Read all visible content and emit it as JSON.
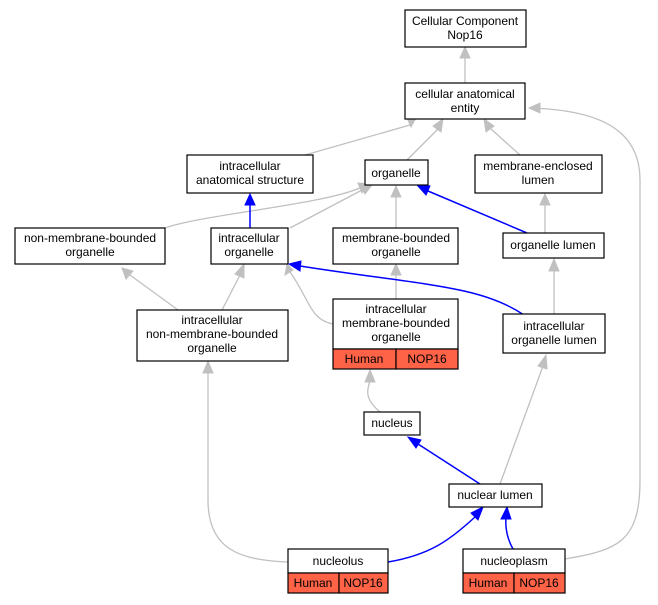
{
  "colors": {
    "is_a_edge": "#c0c0c0",
    "part_of_edge": "#0000ff",
    "annotation_fill": "#ff6347"
  },
  "nodes": {
    "root": {
      "lines": [
        "Cellular Component",
        "Nop16"
      ]
    },
    "cae": {
      "lines": [
        "cellular anatomical",
        "entity"
      ]
    },
    "ias": {
      "lines": [
        "intracellular",
        "anatomical structure"
      ]
    },
    "org": {
      "lines": [
        "organelle"
      ]
    },
    "mel": {
      "lines": [
        "membrane-enclosed",
        "lumen"
      ]
    },
    "nmbo": {
      "lines": [
        "non-membrane-bounded",
        "organelle"
      ]
    },
    "io": {
      "lines": [
        "intracellular",
        "organelle"
      ]
    },
    "mbo": {
      "lines": [
        "membrane-bounded",
        "organelle"
      ]
    },
    "ol": {
      "lines": [
        "organelle lumen"
      ]
    },
    "inmbo": {
      "lines": [
        "intracellular",
        "non-membrane-bounded",
        "organelle"
      ]
    },
    "imbo": {
      "lines": [
        "intracellular",
        "membrane-bounded",
        "organelle"
      ],
      "annotation": [
        "Human",
        "NOP16"
      ]
    },
    "iol": {
      "lines": [
        "intracellular",
        "organelle lumen"
      ]
    },
    "nuc": {
      "lines": [
        "nucleus"
      ]
    },
    "nl": {
      "lines": [
        "nuclear lumen"
      ]
    },
    "nucleolus": {
      "lines": [
        "nucleolus"
      ],
      "annotation": [
        "Human",
        "NOP16"
      ]
    },
    "np": {
      "lines": [
        "nucleoplasm"
      ],
      "annotation": [
        "Human",
        "NOP16"
      ]
    }
  }
}
